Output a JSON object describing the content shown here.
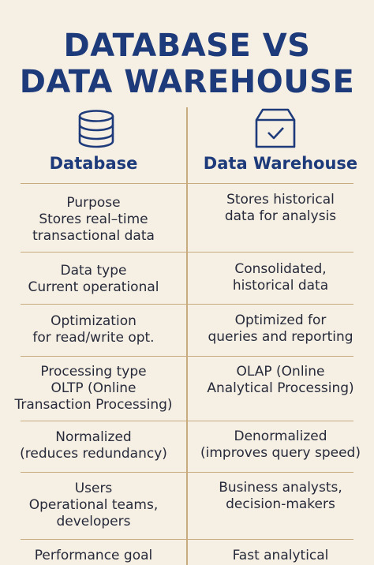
{
  "title": {
    "line1": "DATABASE VS",
    "line2": "DATA WAREHOUSE"
  },
  "colors": {
    "title": "#1d3a7a",
    "divider": "#c9ab80",
    "background": "#f6efe3",
    "text": "#262a3a"
  },
  "columns": {
    "left": {
      "heading": "Database",
      "icon": "database-icon"
    },
    "right": {
      "heading": "Data Warehouse",
      "icon": "warehouse-box-check-icon"
    }
  },
  "rows": [
    {
      "left": [
        "Purpose",
        "Stores real–time",
        "transactional data"
      ],
      "right": [
        "Stores historical",
        "data for analysis"
      ]
    },
    {
      "left": [
        "Data type",
        "Current operational"
      ],
      "right": [
        "Consolidated,",
        "historical data"
      ]
    },
    {
      "left": [
        "Optimization",
        "for read/write opt."
      ],
      "right": [
        "Optimized for",
        "queries and reporting"
      ]
    },
    {
      "left": [
        "Processing type",
        "OLTP (Online",
        "Transaction Processing)"
      ],
      "right": [
        "OLAP (Online",
        "Analytical Processing)"
      ]
    },
    {
      "left": [
        "Normalized",
        "(reduces redundancy)"
      ],
      "right": [
        "Denormalized",
        "(improves query speed)"
      ]
    },
    {
      "left": [
        "Users",
        "Operational teams,",
        "developers"
      ],
      "right": [
        "Business analysts,",
        "decision-makers"
      ]
    },
    {
      "left": [
        "Performance goal"
      ],
      "right": [
        "Fast analytical"
      ]
    }
  ]
}
